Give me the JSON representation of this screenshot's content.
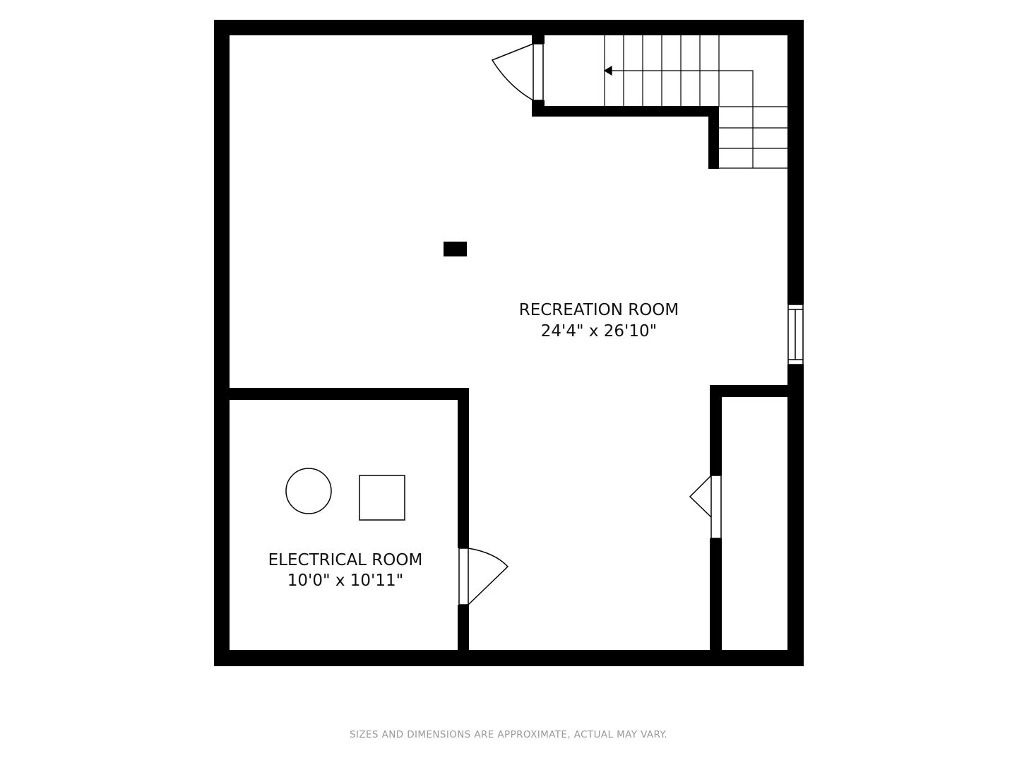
{
  "rooms": {
    "recreation": {
      "name": "RECREATION ROOM",
      "size": "24'4\" x 26'10\""
    },
    "electrical": {
      "name": "ELECTRICAL ROOM",
      "size": "10'0\" x 10'11\""
    }
  },
  "disclaimer": "SIZES AND DIMENSIONS ARE APPROXIMATE, ACTUAL MAY VARY.",
  "colors": {
    "wall": "#000000",
    "background": "#ffffff",
    "disclaimer_text": "#9a9a9a"
  }
}
